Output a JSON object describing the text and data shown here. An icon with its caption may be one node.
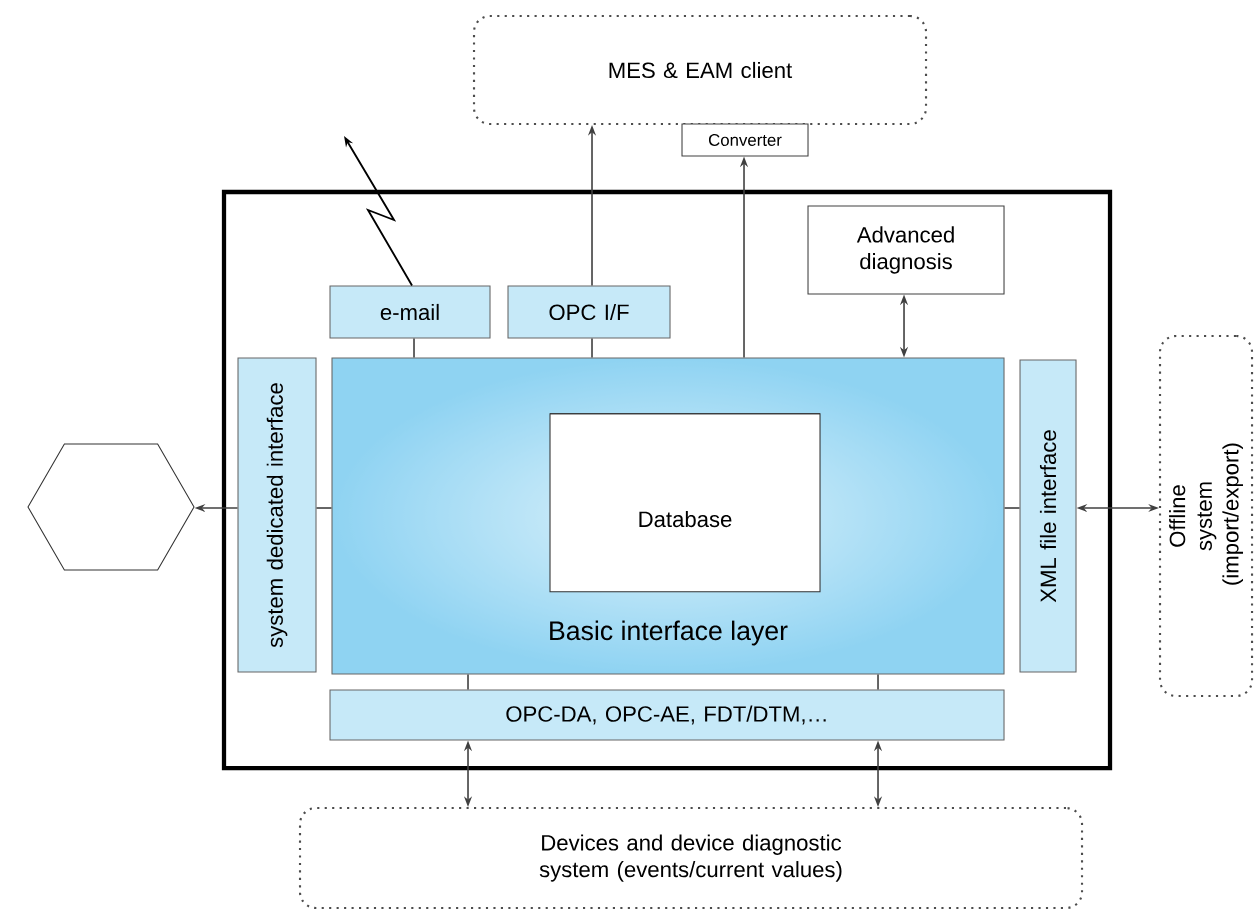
{
  "diagram": {
    "nodes": [
      {
        "text": [
          "MES & EAM client"
        ]
      },
      {
        "text": [
          "Converter"
        ]
      },
      {
        "text": [],
        "shape": "box"
      },
      {
        "text": [
          "Advanced diagnosis"
        ],
        "in": 2
      },
      {
        "text": [
          "e-mail"
        ],
        "in": 2
      },
      {
        "text": [
          "OPC I/F"
        ],
        "in": 2
      },
      {
        "text": [
          "system dedicated interface"
        ],
        "in": 2
      },
      {
        "text": [
          "Basic interface layer"
        ],
        "in": 2
      },
      {
        "text": [
          "Database"
        ],
        "in": 7
      },
      {
        "text": [
          "XML file interface"
        ],
        "in": 2
      },
      {
        "text": [
          "OPC-DA, OPC-AE, FDT/DTM,…"
        ],
        "in": 2
      },
      {
        "text": [],
        "shape": "hexagon"
      },
      {
        "text": [
          "Offline system (import/export)"
        ]
      },
      {
        "text": [
          "Devices and device diagnostic system (events/current values)"
        ]
      }
    ],
    "edges": [
      {
        "from": 4,
        "to": null,
        "arrow": "to"
      },
      {
        "from": 5,
        "to": 0,
        "arrow": "to"
      },
      {
        "from": 7,
        "to": 1,
        "arrow": "to"
      },
      {
        "from": 3,
        "to": 7,
        "arrow": "both"
      },
      {
        "from": 4,
        "to": 7,
        "arrow": "none"
      },
      {
        "from": 5,
        "to": 7,
        "arrow": "none"
      },
      {
        "from": 6,
        "to": 11,
        "arrow": "to"
      },
      {
        "from": 7,
        "to": 6,
        "arrow": "none"
      },
      {
        "from": 7,
        "to": 9,
        "arrow": "none"
      },
      {
        "from": 9,
        "to": 12,
        "arrow": "both"
      },
      {
        "from": 7,
        "to": 10,
        "arrow": "none"
      },
      {
        "from": 7,
        "to": 10,
        "arrow": "none"
      },
      {
        "from": 10,
        "to": 13,
        "arrow": "both"
      },
      {
        "from": 10,
        "to": 13,
        "arrow": "both"
      }
    ]
  }
}
